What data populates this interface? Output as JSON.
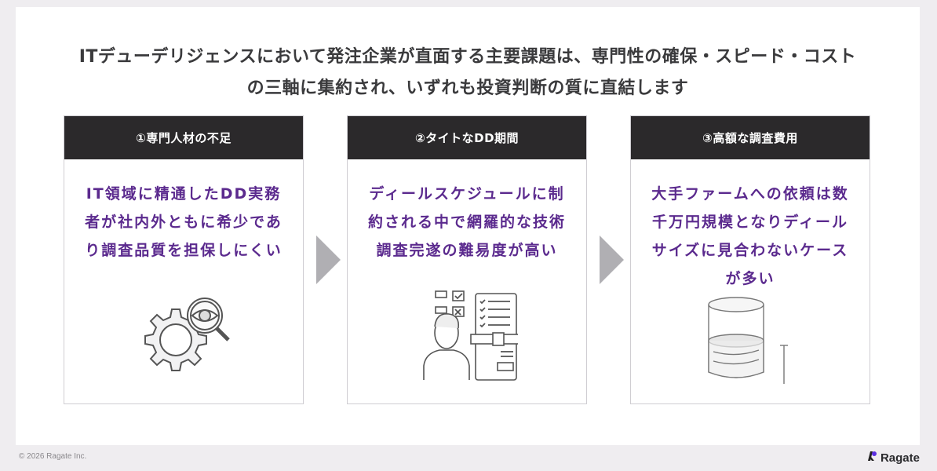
{
  "headline": {
    "line1": "ITデューデリジェンスにおいて発注企業が直面する主要課題は、専門性の確保・スピード・コスト",
    "line2": "の三軸に集約され、いずれも投資判断の質に直結します"
  },
  "cards": [
    {
      "title": "①専門人材の不足",
      "body": [
        "IT領域に精通したDD実務",
        "者が社内外ともに希少であ",
        "り調査品質を担保しにくい"
      ],
      "icon": "gear-magnifier-eye-icon"
    },
    {
      "title": "②タイトなDD期間",
      "body": [
        "ディールスケジュールに制",
        "約される中で網羅的な技術",
        "調査完遂の難易度が高い"
      ],
      "icon": "person-checklist-icon"
    },
    {
      "title": "③高額な調査費用",
      "body": [
        "大手ファームへの依頼は数",
        "千万円規模となりディール",
        "サイズに見合わないケース",
        "が多い"
      ],
      "icon": "glass-cylinder-icon"
    }
  ],
  "arrows": [
    "arrow-right-icon",
    "arrow-right-icon"
  ],
  "footer": {
    "copyright": "© 2026 Ragate Inc.",
    "logo_text": "Ragate"
  },
  "colors": {
    "header_bg": "#2b292b",
    "accent_text": "#5b2a8e",
    "arrow": "#b0afb3",
    "page_bg": "#efedf0"
  }
}
